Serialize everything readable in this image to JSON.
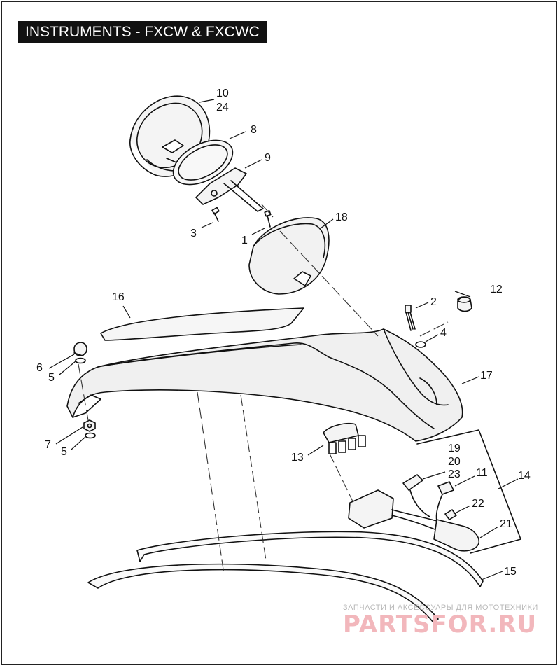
{
  "title": "INSTRUMENTS - FXCW & FXCWC",
  "callouts": {
    "c1": "1",
    "c2": "2",
    "c3": "3",
    "c4": "4",
    "c5a": "5",
    "c5b": "5",
    "c6": "6",
    "c7": "7",
    "c8": "8",
    "c9": "9",
    "c10": "10",
    "c11": "11",
    "c12": "12",
    "c13": "13",
    "c14": "14",
    "c15": "15",
    "c16": "16",
    "c17": "17",
    "c18": "18",
    "c19": "19",
    "c20": "20",
    "c21": "21",
    "c22": "22",
    "c23": "23",
    "c24": "24"
  },
  "watermark": {
    "line1": "ЗАПЧАСТИ И АКСЕССУАРЫ ДЛЯ МОТОТЕХНИКИ",
    "line2": "PARTSFOR.RU"
  }
}
